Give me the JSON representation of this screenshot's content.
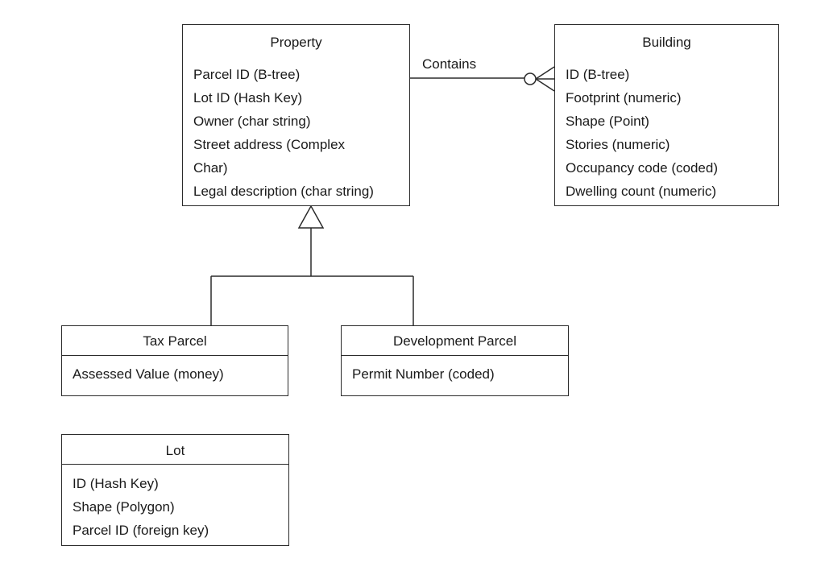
{
  "classes": {
    "property": {
      "name": "Property",
      "attributes": [
        "Parcel ID (B-tree)",
        "Lot ID (Hash Key)",
        "Owner (char string)",
        "Street address (Complex",
        "Char)",
        "Legal description (char string)"
      ]
    },
    "building": {
      "name": "Building",
      "attributes": [
        "ID (B-tree)",
        "Footprint (numeric)",
        "Shape (Point)",
        "Stories (numeric)",
        "Occupancy code (coded)",
        "Dwelling count (numeric)"
      ]
    },
    "tax_parcel": {
      "name": "Tax Parcel",
      "attributes": [
        "Assessed Value (money)"
      ]
    },
    "development_parcel": {
      "name": "Development Parcel",
      "attributes": [
        "Permit Number (coded)"
      ]
    },
    "lot": {
      "name": "Lot",
      "attributes": [
        "ID (Hash Key)",
        "Shape (Polygon)",
        "Parcel ID (foreign key)"
      ]
    }
  },
  "relationships": {
    "contains": {
      "label": "Contains",
      "from": "Property",
      "to": "Building",
      "notation": "zero-or-many"
    },
    "generalization": {
      "parent": "Property",
      "children": [
        "Tax Parcel",
        "Development Parcel"
      ],
      "notation": "hollow-triangle"
    }
  }
}
